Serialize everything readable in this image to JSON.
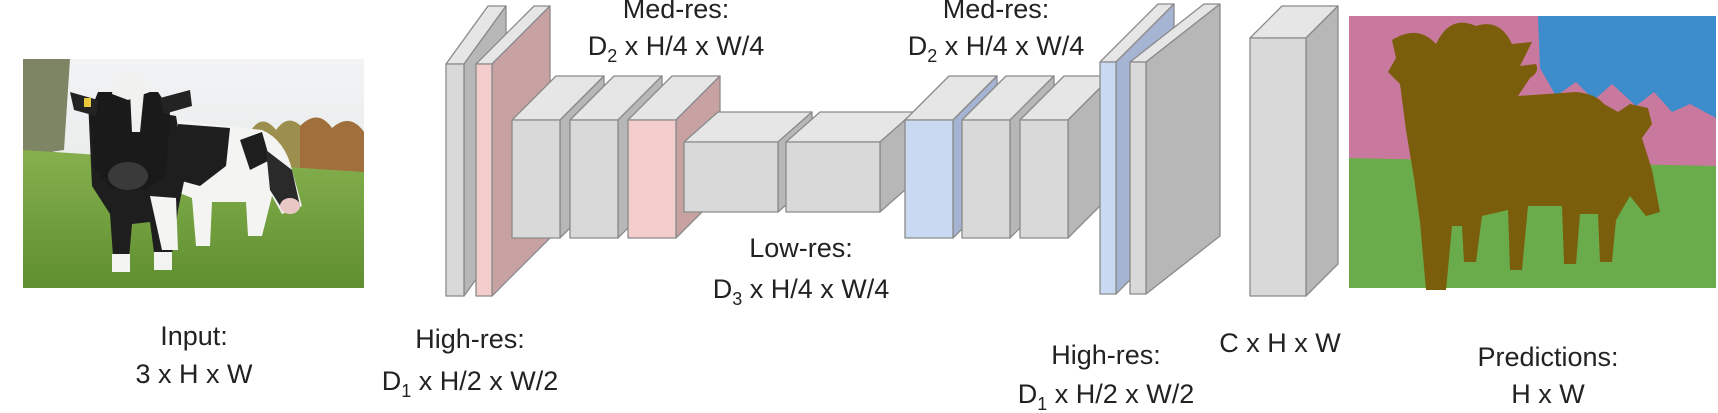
{
  "input_label": {
    "title": "Input:",
    "dims": "3 x H x W"
  },
  "high_res_left": {
    "title": "High-res:",
    "d": "D",
    "sub": "1",
    "rest": " x H/2 x W/2"
  },
  "med_res_left": {
    "title": "Med-res:",
    "d": "D",
    "sub": "2",
    "rest": " x H/4 x W/4"
  },
  "low_res": {
    "title": "Low-res:",
    "d": "D",
    "sub": "3",
    "rest": " x H/4 x W/4"
  },
  "med_res_right": {
    "title": "Med-res:",
    "d": "D",
    "sub": "2",
    "rest": " x H/4 x W/4"
  },
  "high_res_right": {
    "title": "High-res:",
    "d": "D",
    "sub": "1",
    "rest": " x H/2 x W/2"
  },
  "class_map": {
    "dims": "C x H x W"
  },
  "predictions": {
    "title": "Predictions:",
    "dims": "H x W"
  },
  "colors": {
    "gray_front": "#d9d9d9",
    "gray_top": "#e6e6e6",
    "gray_side": "#b7b7b7",
    "pink_front": "#f3cccc",
    "pink_side": "#c8a2a2",
    "blue_front": "#c9d9f2",
    "blue_side": "#a5b4d2",
    "edge": "#8a8a8a",
    "seg_pink": "#c8799d",
    "seg_blue": "#3d8ccc",
    "seg_green": "#6aab4c",
    "seg_cow": "#7b5e0b",
    "photo_sky": "#e7eaee",
    "photo_grass": "#6e9e3c"
  }
}
